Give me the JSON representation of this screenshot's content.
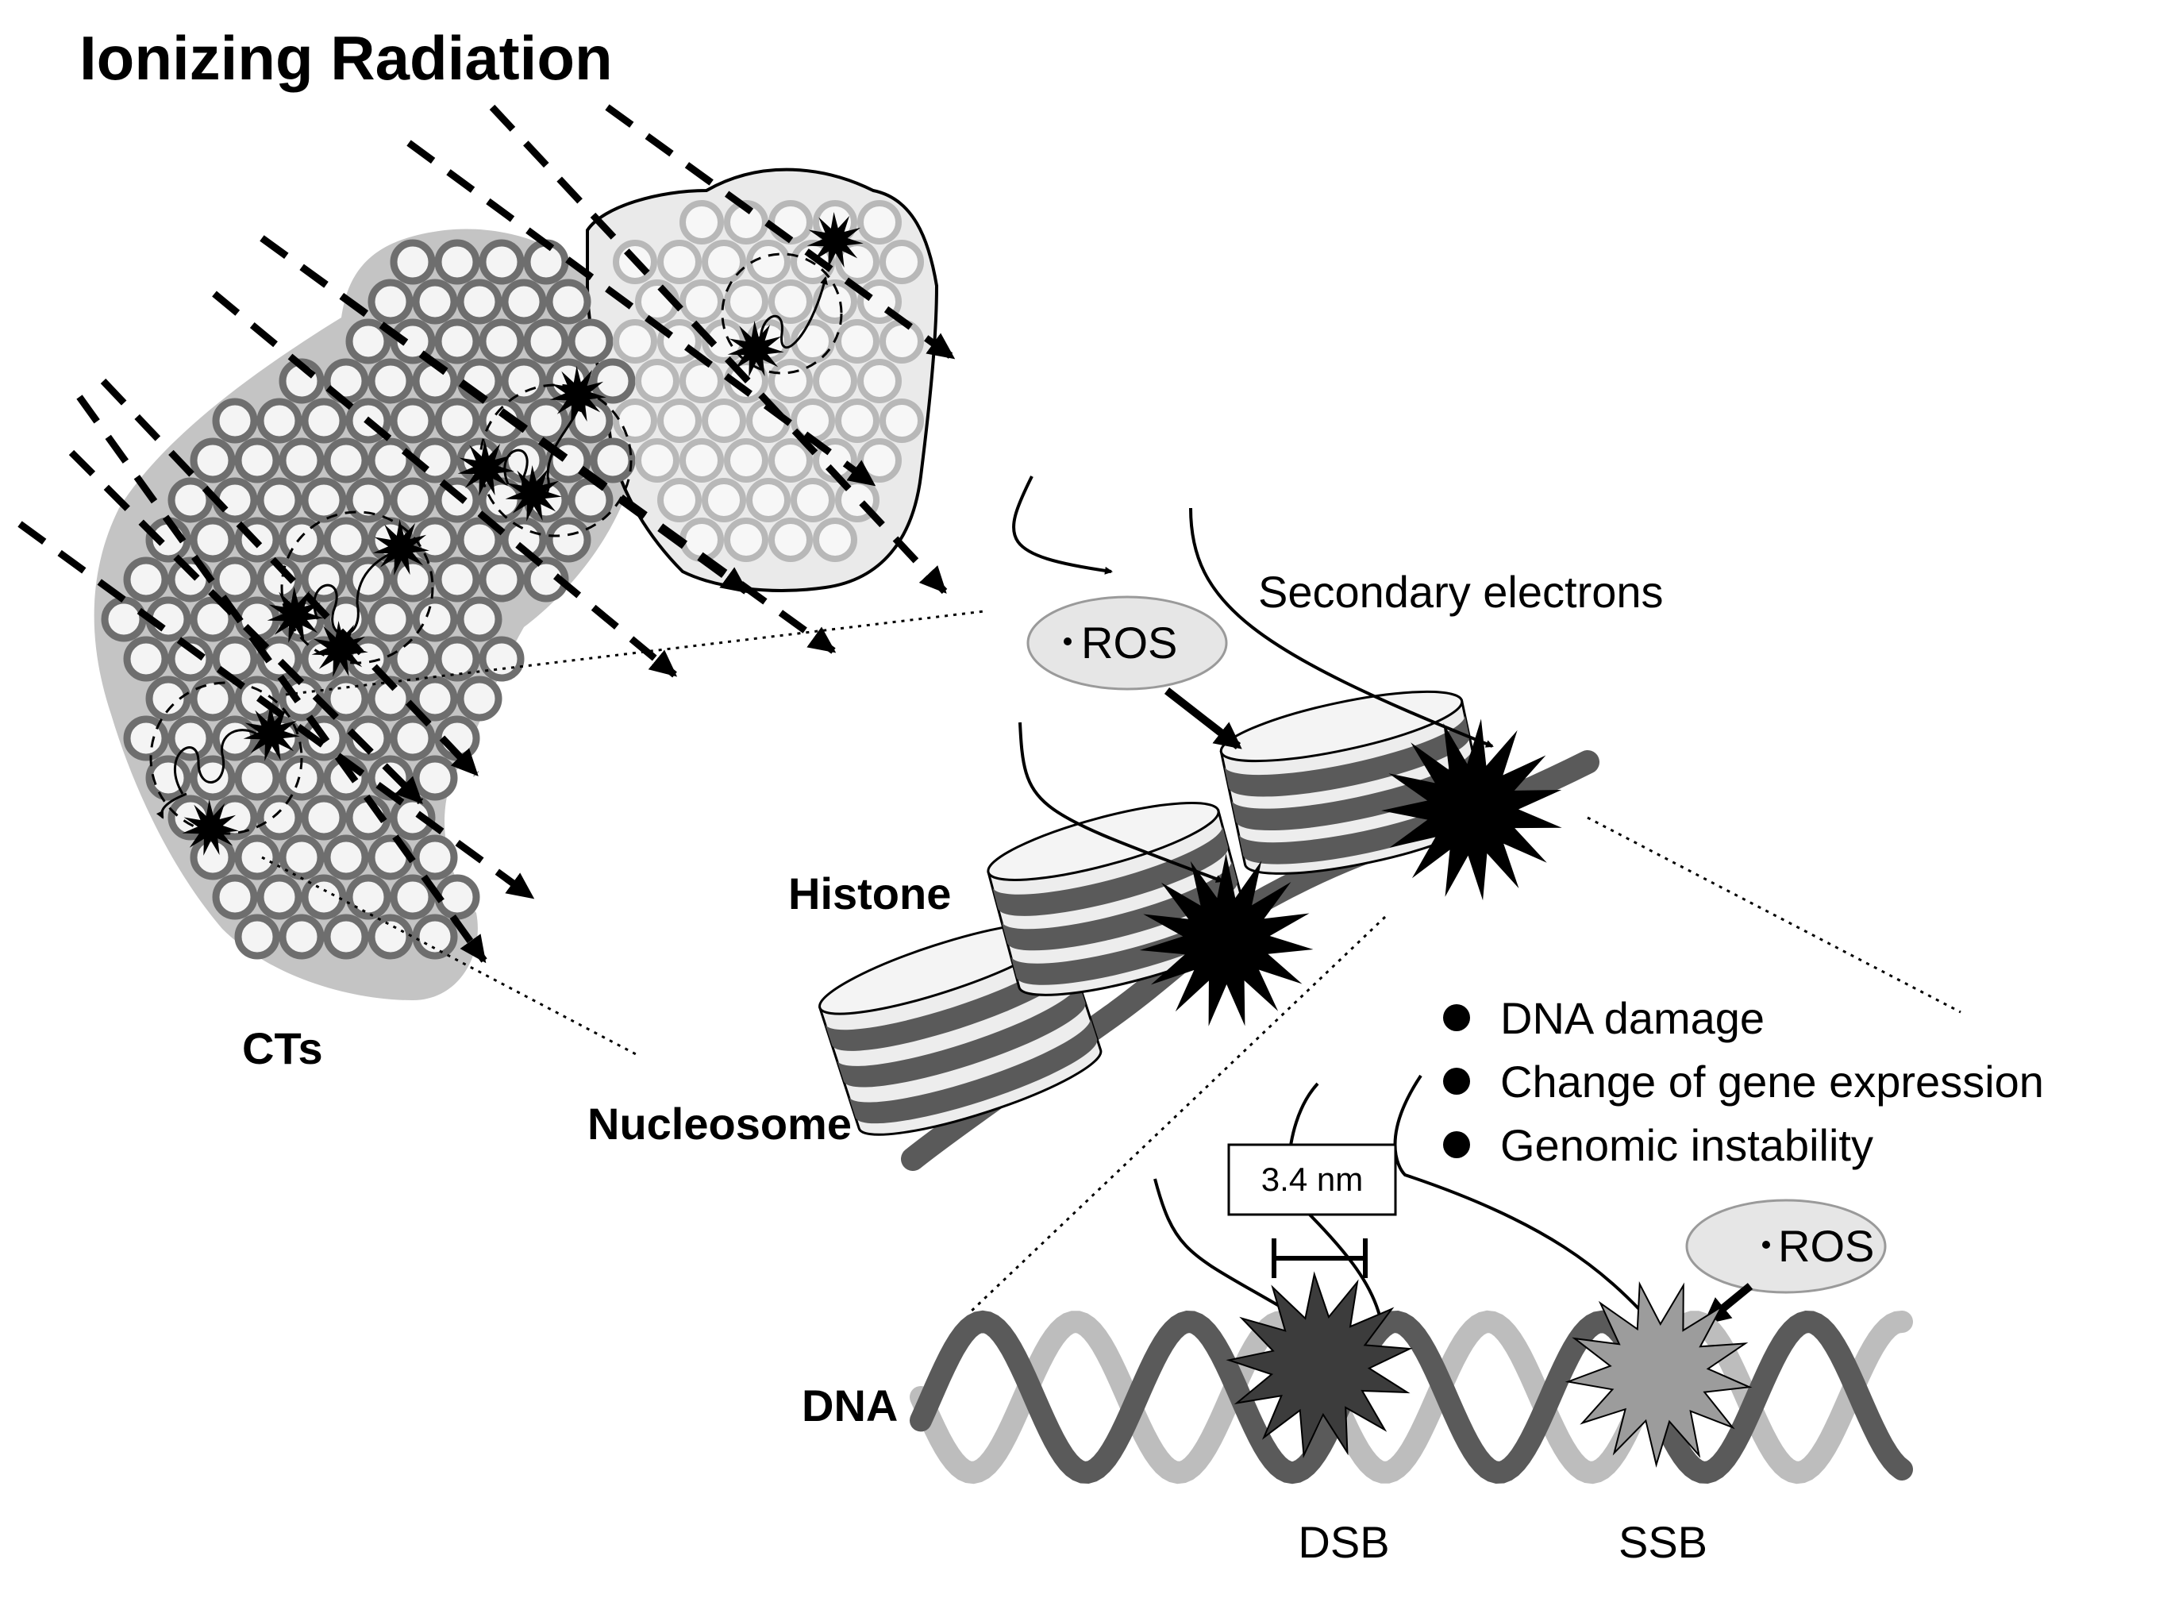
{
  "title": "Ionizing Radiation",
  "labels": {
    "cts": "CTs",
    "histone": "Histone",
    "nucleosome": "Nucleosome",
    "dna": "DNA",
    "secondary_electrons": "Secondary electrons",
    "ros_upper": "ROS",
    "ros_lower": "ROS",
    "distance": "3.4 nm",
    "dsb": "DSB",
    "ssb": "SSB"
  },
  "effects": [
    "DNA damage",
    "Change of gene expression",
    "Genomic instability"
  ],
  "colors": {
    "dark_gray": "#5a5a5a",
    "light_gray": "#b4b4b4",
    "territory_gray": "#c4c4c4",
    "ros_fill": "#e6e6e6",
    "black": "#000000"
  }
}
